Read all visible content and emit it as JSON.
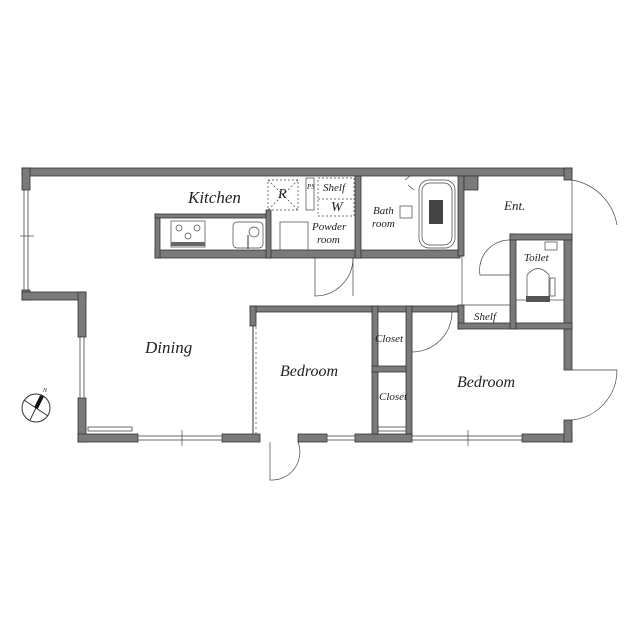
{
  "rooms": {
    "kitchen": "Kitchen",
    "refrigerator": "R",
    "pipe_space": "PS",
    "shelf_upper": "Shelf",
    "washer": "W",
    "powder_room": [
      "Powder",
      "room"
    ],
    "bath_room": [
      "Bath",
      "room"
    ],
    "entrance": "Ent.",
    "toilet": "Toilet",
    "shelf_lower": "Shelf",
    "dining": "Dining",
    "bedroom_left": "Bedroom",
    "closet_upper": "Closet",
    "closet_lower": "Closet",
    "bedroom_right": "Bedroom"
  },
  "compass": {
    "label": "N"
  },
  "colors": {
    "wall": "#7a7a7a",
    "line": "#333333"
  }
}
